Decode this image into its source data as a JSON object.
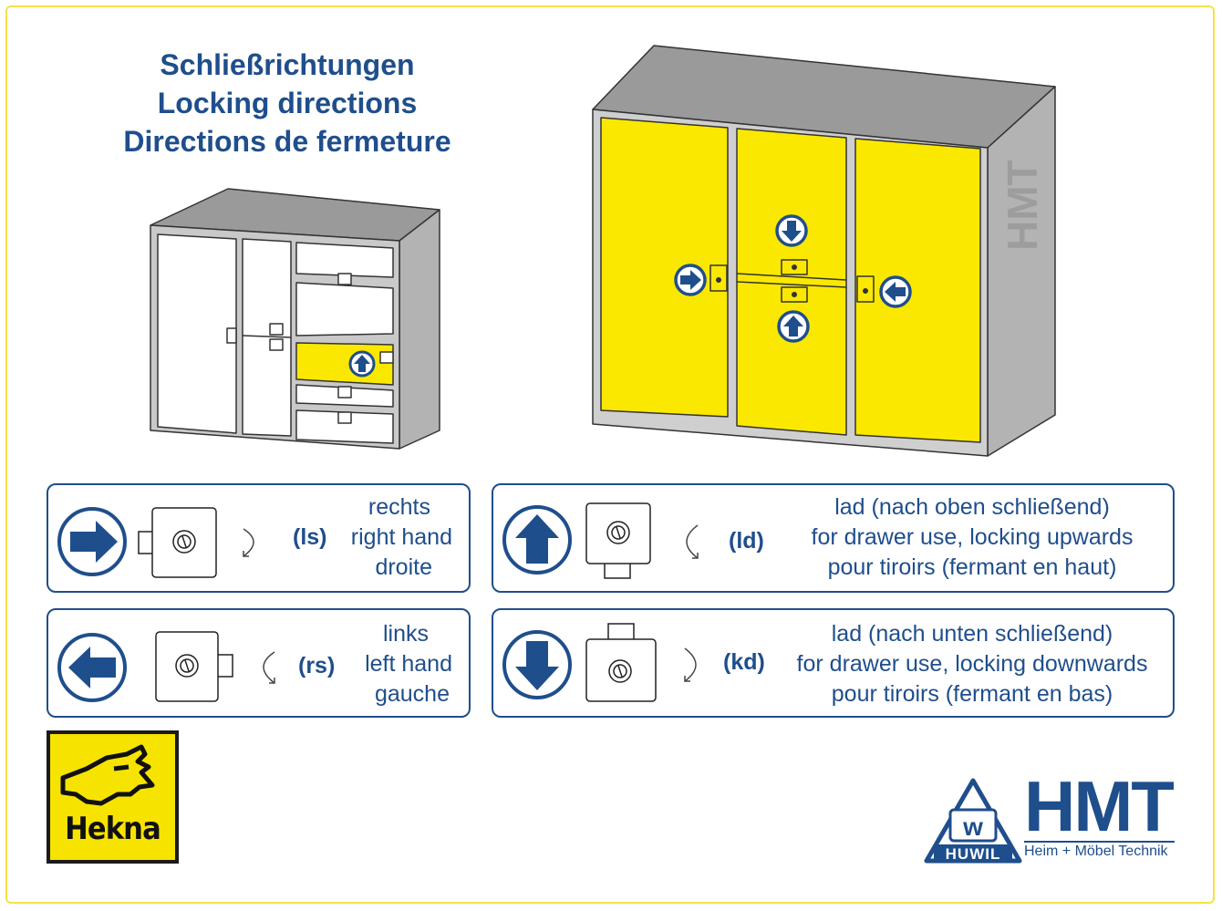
{
  "title": {
    "line1": "Schließrichtungen",
    "line2": "Locking directions",
    "line3": "Directions de fermeture"
  },
  "colors": {
    "brand_blue": "#1f4e8c",
    "door_yellow": "#fbe800",
    "cabinet_grey": "#c8c8c8",
    "frame_yellow": "#f2e24a"
  },
  "legend": {
    "ls": {
      "code": "(ls)",
      "line1": "rechts",
      "line2": "right hand",
      "line3": "droite",
      "arrow_icon": "arrow-right-icon"
    },
    "rs": {
      "code": "(rs)",
      "line1": "links",
      "line2": "left hand",
      "line3": "gauche",
      "arrow_icon": "arrow-left-icon"
    },
    "ld": {
      "code": "(ld)",
      "line1": "lad (nach oben schließend)",
      "line2": "for drawer use, locking upwards",
      "line3": "pour tiroirs (fermant en haut)",
      "arrow_icon": "arrow-up-icon"
    },
    "kd": {
      "code": "(kd)",
      "line1": "lad (nach unten schließend)",
      "line2": "for drawer use, locking downwards",
      "line3": "pour tiroirs (fermant en bas)",
      "arrow_icon": "arrow-down-icon"
    }
  },
  "logos": {
    "hekna": "Hekna",
    "huwil": "HUWIL",
    "hmt": "HMT",
    "hmt_subtitle": "Heim + Möbel Technik"
  }
}
